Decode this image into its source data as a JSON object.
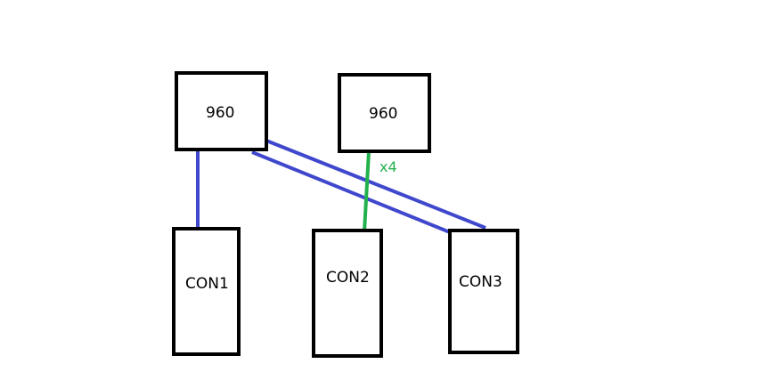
{
  "colors": {
    "background": "#ffffff",
    "box_border": "#000000",
    "blue_link": "#3f48cc",
    "green_link": "#22b14c"
  },
  "nodes": {
    "gpu_left": {
      "label": "960"
    },
    "gpu_right": {
      "label": "960"
    },
    "con1": {
      "label": "CON1"
    },
    "con2": {
      "label": "CON2"
    },
    "con3": {
      "label": "CON3"
    }
  },
  "edges": [
    {
      "from": "gpu_left",
      "to": "con1",
      "color": "blue"
    },
    {
      "from": "gpu_left",
      "to": "con3",
      "color": "blue"
    },
    {
      "from": "gpu_left",
      "to": "con3",
      "color": "blue"
    },
    {
      "from": "gpu_right",
      "to": "con2",
      "color": "green",
      "label": "x4"
    }
  ]
}
